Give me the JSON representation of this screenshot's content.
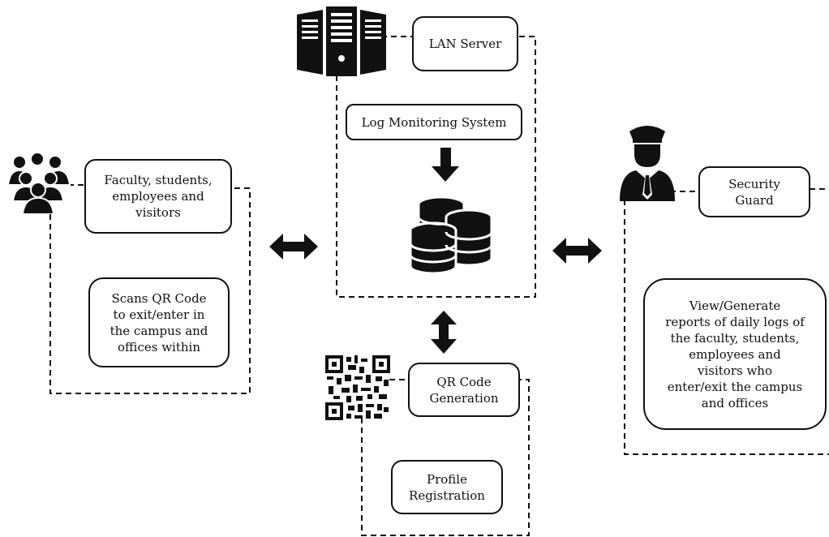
{
  "nodes": {
    "lan_server": "LAN Server",
    "log_monitoring": "Log Monitoring System",
    "users": "Faculty, students,\nemployees and\nvisitors",
    "scans_qr": "Scans QR Code\nto exit/enter in\nthe campus and\noffices within",
    "security_guard": "Security\nGuard",
    "reports": "View/Generate\nreports of daily logs of\nthe faculty, students,\nemployees and\nvisitors who\nenter/exit the campus\nand offices",
    "qr_generation": "QR Code\nGeneration",
    "profile_registration": "Profile\nRegistration"
  },
  "icons": [
    "server-icon",
    "people-icon",
    "security-guard-icon",
    "database-icon",
    "qr-code-icon",
    "down-arrow-icon",
    "double-arrow-icon"
  ]
}
